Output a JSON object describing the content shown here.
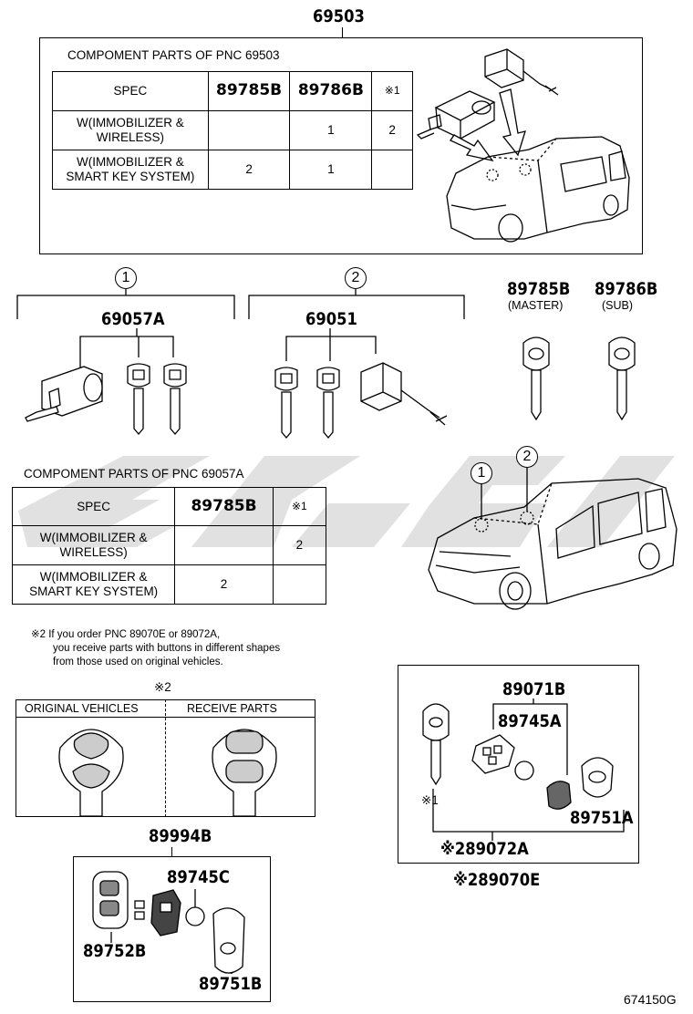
{
  "top": {
    "pnc": "69503",
    "caption": "COMPOMENT PARTS OF PNC 69503",
    "table": {
      "headers": [
        "SPEC",
        "89785B",
        "89786B",
        "※1"
      ],
      "rows": [
        [
          "W(IMMOBILIZER &\nWIRELESS)",
          "",
          "1",
          "2"
        ],
        [
          "W(IMMOBILIZER &\nSMART KEY SYSTEM)",
          "2",
          "1",
          ""
        ]
      ]
    }
  },
  "group1": {
    "marker": "1",
    "pnc": "69057A"
  },
  "group2": {
    "marker": "2",
    "pnc": "69051"
  },
  "keys": {
    "master": {
      "pnc": "89785B",
      "label": "(MASTER)"
    },
    "sub": {
      "pnc": "89786B",
      "label": "(SUB)"
    }
  },
  "mid": {
    "caption": "COMPOMENT PARTS OF PNC 69057A",
    "table": {
      "headers": [
        "SPEC",
        "89785B",
        "※1"
      ],
      "rows": [
        [
          "W(IMMOBILIZER &\nWIRELESS)",
          "",
          "2"
        ],
        [
          "W(IMMOBILIZER &\nSMART KEY SYSTEM)",
          "2",
          ""
        ]
      ]
    },
    "car_markers": [
      "1",
      "2"
    ]
  },
  "note": {
    "lines": [
      "※2 If you order PNC 89070E or 89072A,",
      "you receive parts with buttons in different shapes",
      "from those used on original vehicles."
    ]
  },
  "compare": {
    "mark": "※2",
    "left": "ORIGINAL VEHICLES",
    "right": "RECEIVE PARTS"
  },
  "remote_set": {
    "pnc_top": "89071B",
    "pnc_inner": "89745A",
    "pnc_shell": "89751A",
    "mark1": "※1",
    "pnc_kit": "※289072A",
    "pnc_full": "※289070E"
  },
  "smart": {
    "pnc": "89994B",
    "battery": "89745C",
    "case": "89752B",
    "shell": "89751B"
  },
  "figure_id": "674150G",
  "colors": {
    "line": "#000000",
    "watermark": "#d9d9d9"
  }
}
